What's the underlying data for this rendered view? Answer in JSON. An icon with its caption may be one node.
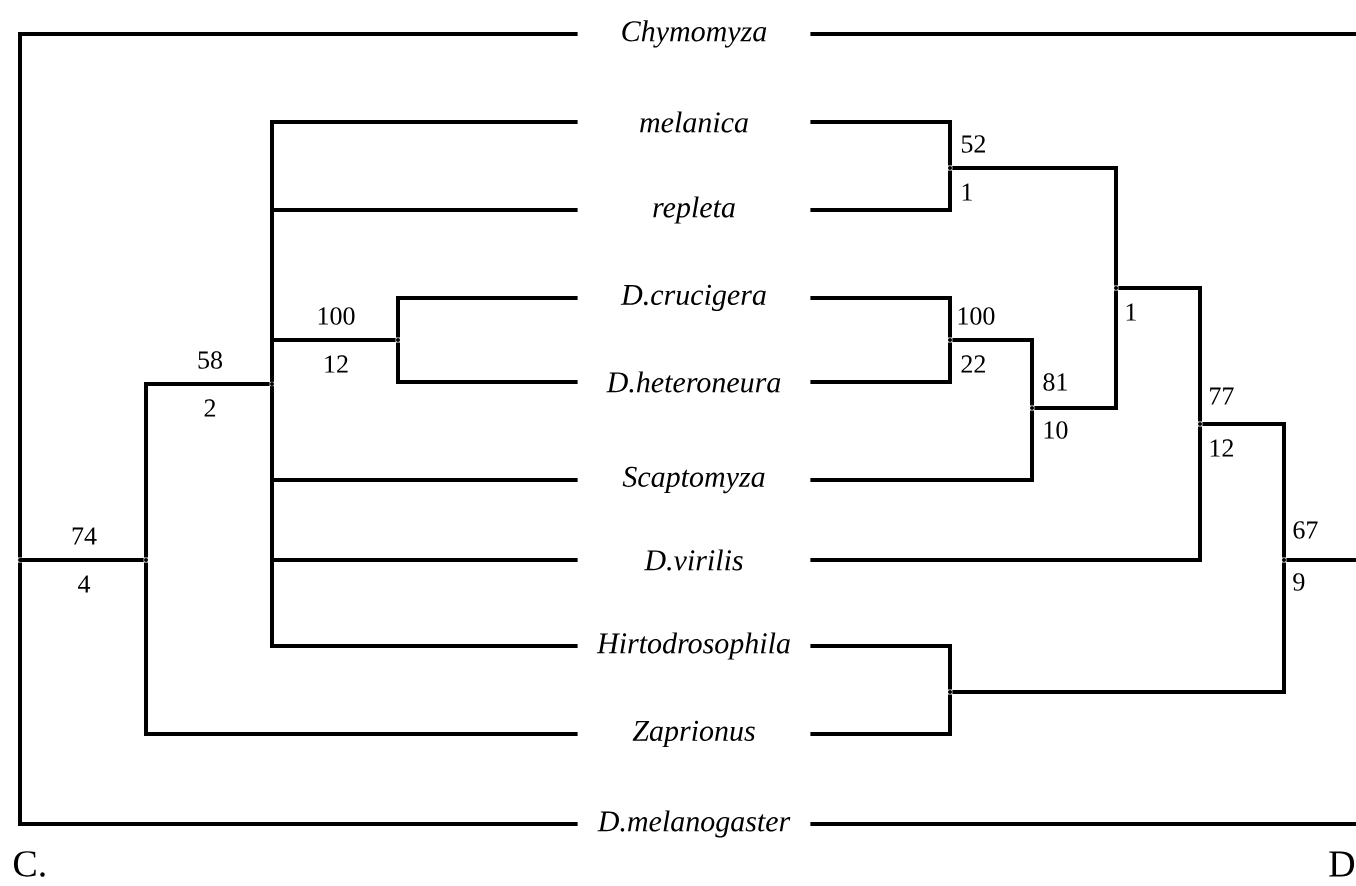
{
  "diagram": {
    "nodes": [
      {
        "text": [
          "Chymomyza"
        ]
      },
      {
        "text": [
          "melanica"
        ]
      },
      {
        "text": [
          "repleta"
        ]
      },
      {
        "text": [
          "D.crucigera"
        ]
      },
      {
        "text": [
          "D.heteroneura"
        ]
      },
      {
        "text": [
          "Scaptomyza"
        ]
      },
      {
        "text": [
          "D.virilis"
        ]
      },
      {
        "text": [
          "Hirtodrosophila"
        ]
      },
      {
        "text": [
          "Zaprionus"
        ]
      },
      {
        "text": [
          "D.melanogaster"
        ]
      },
      {
        "text": [],
        "shape": "point"
      },
      {
        "text": [],
        "shape": "point",
        "beside": [
          "74",
          "4"
        ]
      },
      {
        "text": [],
        "shape": "point",
        "beside": [
          "58",
          "2"
        ]
      },
      {
        "text": [],
        "shape": "point",
        "beside": [
          "100",
          "12"
        ]
      },
      {
        "text": [],
        "shape": "point",
        "beside": [
          "52",
          "1"
        ]
      },
      {
        "text": [],
        "shape": "point",
        "beside": [
          "100",
          "22"
        ]
      },
      {
        "text": [],
        "shape": "point",
        "beside": [
          "81",
          "10"
        ]
      },
      {
        "text": [],
        "shape": "point",
        "beside": [
          "1"
        ]
      },
      {
        "text": [],
        "shape": "point",
        "beside": [
          "77",
          "12"
        ]
      },
      {
        "text": [],
        "shape": "point",
        "beside": [
          "67",
          "9"
        ]
      },
      {
        "text": [],
        "shape": "point"
      }
    ],
    "edges": [
      {
        "from": 10,
        "to": 0,
        "arrow": "none"
      },
      {
        "from": 10,
        "to": 11,
        "arrow": "none"
      },
      {
        "from": 10,
        "to": 9,
        "arrow": "none"
      },
      {
        "from": 11,
        "to": 12,
        "arrow": "none"
      },
      {
        "from": 11,
        "to": 8,
        "arrow": "none"
      },
      {
        "from": 12,
        "to": 1,
        "arrow": "none"
      },
      {
        "from": 12,
        "to": 2,
        "arrow": "none"
      },
      {
        "from": 12,
        "to": 13,
        "arrow": "none"
      },
      {
        "from": 12,
        "to": 5,
        "arrow": "none"
      },
      {
        "from": 12,
        "to": 6,
        "arrow": "none"
      },
      {
        "from": 12,
        "to": 7,
        "arrow": "none"
      },
      {
        "from": 13,
        "to": 3,
        "arrow": "none"
      },
      {
        "from": 13,
        "to": 4,
        "arrow": "none"
      },
      {
        "from": 19,
        "to": 18,
        "arrow": "none"
      },
      {
        "from": 19,
        "to": 20,
        "arrow": "none"
      },
      {
        "from": 18,
        "to": 17,
        "arrow": "none"
      },
      {
        "from": 18,
        "to": 6,
        "arrow": "none"
      },
      {
        "from": 17,
        "to": 14,
        "arrow": "none"
      },
      {
        "from": 17,
        "to": 16,
        "arrow": "none"
      },
      {
        "from": 14,
        "to": 1,
        "arrow": "none"
      },
      {
        "from": 14,
        "to": 2,
        "arrow": "none"
      },
      {
        "from": 16,
        "to": 15,
        "arrow": "none"
      },
      {
        "from": 16,
        "to": 5,
        "arrow": "none"
      },
      {
        "from": 15,
        "to": 3,
        "arrow": "none"
      },
      {
        "from": 15,
        "to": 4,
        "arrow": "none"
      },
      {
        "from": 20,
        "to": 7,
        "arrow": "none"
      },
      {
        "from": 20,
        "to": 8,
        "arrow": "none"
      },
      {
        "from": 0,
        "to": null,
        "arrow": "none"
      },
      {
        "from": 9,
        "to": null,
        "arrow": "none"
      },
      {
        "from": null,
        "to": 19,
        "arrow": "none"
      }
    ],
    "labels": [
      "C.",
      "D"
    ]
  }
}
